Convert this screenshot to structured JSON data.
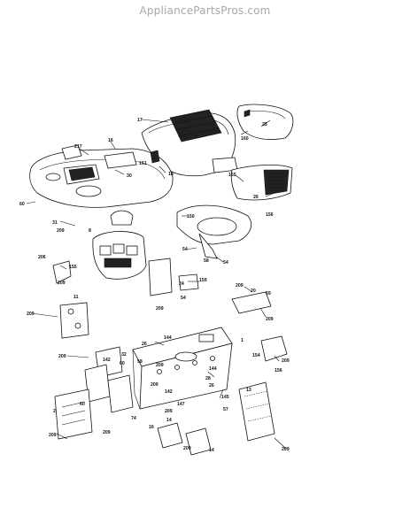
{
  "watermark": "AppliancePartsPros.com",
  "callouts": [
    "17",
    "25",
    "160",
    "217",
    "16",
    "161",
    "30",
    "18",
    "165",
    "26",
    "156",
    "60",
    "150",
    "31",
    "209",
    "8",
    "54",
    "58",
    "54",
    "206",
    "155",
    "159",
    "209",
    "24",
    "54",
    "209",
    "11",
    "209",
    "20",
    "59",
    "209",
    "144",
    "26",
    "209",
    "209",
    "142",
    "32",
    "58",
    "144",
    "209",
    "60",
    "28",
    "26",
    "209",
    "142",
    "154",
    "209",
    "156",
    "2",
    "60",
    "209",
    "209",
    "74",
    "147",
    "209",
    "14",
    "13",
    "16",
    "14",
    "209",
    "57",
    "145",
    "1",
    "209"
  ]
}
